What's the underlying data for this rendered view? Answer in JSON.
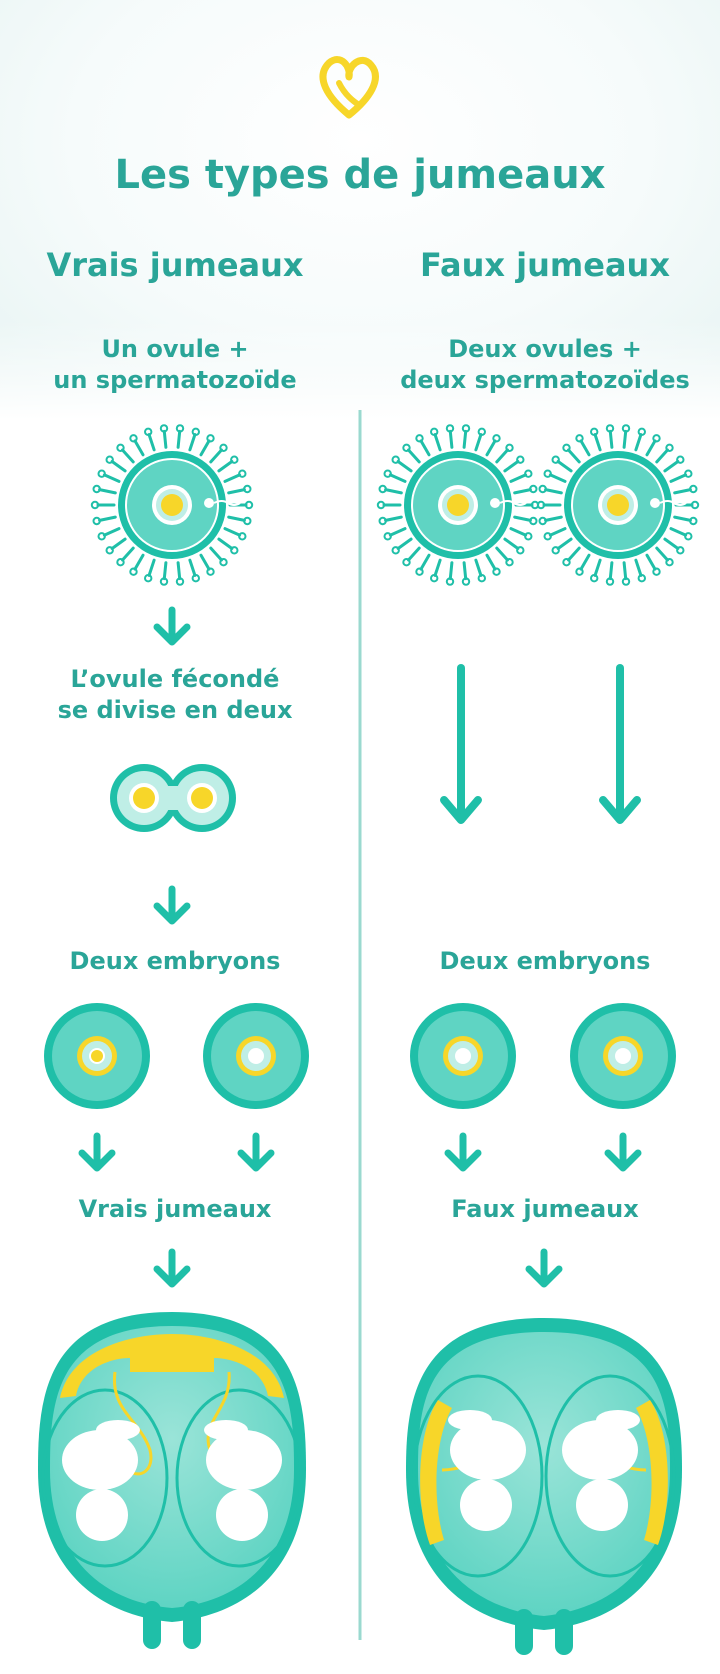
{
  "title": "Les types de jumeaux",
  "left": {
    "heading": "Vrais jumeaux",
    "start_line1": "Un ovule +",
    "start_line2": "un spermatozoïde",
    "split_line1": "L’ovule fécondé",
    "split_line2": "se divise en deux",
    "embryos": "Deux embryons",
    "result": "Vrais jumeaux"
  },
  "right": {
    "heading": "Faux jumeaux",
    "start_line1": "Deux ovules +",
    "start_line2": "deux spermatozoïdes",
    "embryos": "Deux embryons",
    "result": "Faux jumeaux"
  },
  "colors": {
    "teal": "#1fbfa8",
    "teal_light": "#5fd4c3",
    "label": "#2aa598",
    "yellow": "#f7d629"
  }
}
